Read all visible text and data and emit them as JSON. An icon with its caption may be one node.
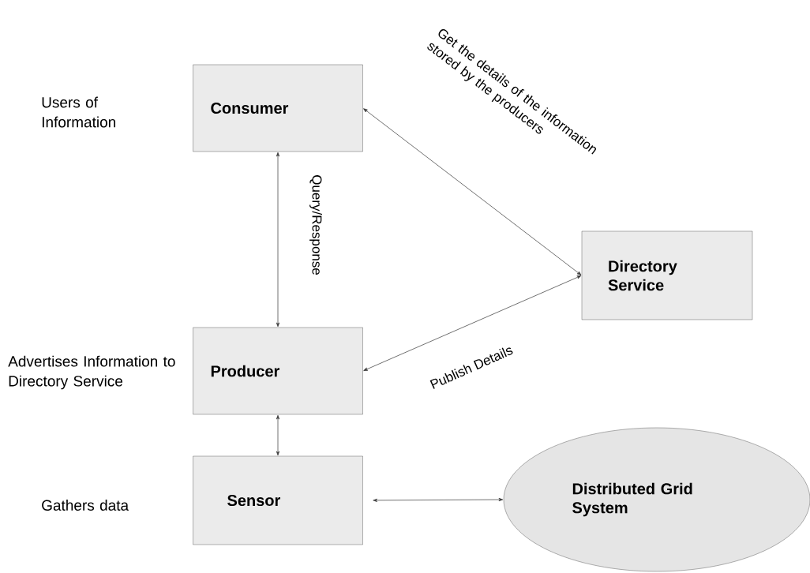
{
  "diagram": {
    "nodes": [
      {
        "text": [
          "Consumer"
        ]
      },
      {
        "text": [
          "Directory Service"
        ]
      },
      {
        "text": [
          "Producer"
        ]
      },
      {
        "text": [
          "Sensor"
        ]
      },
      {
        "text": [
          "Distributed Grid System"
        ]
      }
    ],
    "edges": [
      {
        "from": 0,
        "to": 2,
        "arrow": "both",
        "label": "Query/Response"
      },
      {
        "from": 0,
        "to": 1,
        "arrow": "both",
        "label": "Get the details of the information stored by the producers"
      },
      {
        "from": 1,
        "to": 2,
        "arrow": "both",
        "label": "Publish Details"
      },
      {
        "from": 2,
        "to": 3,
        "arrow": "both"
      },
      {
        "from": 3,
        "to": 4,
        "arrow": "both"
      }
    ],
    "labels": [
      "Users of Information",
      "Advertises Information to Directory Service",
      "Gathers data"
    ]
  }
}
